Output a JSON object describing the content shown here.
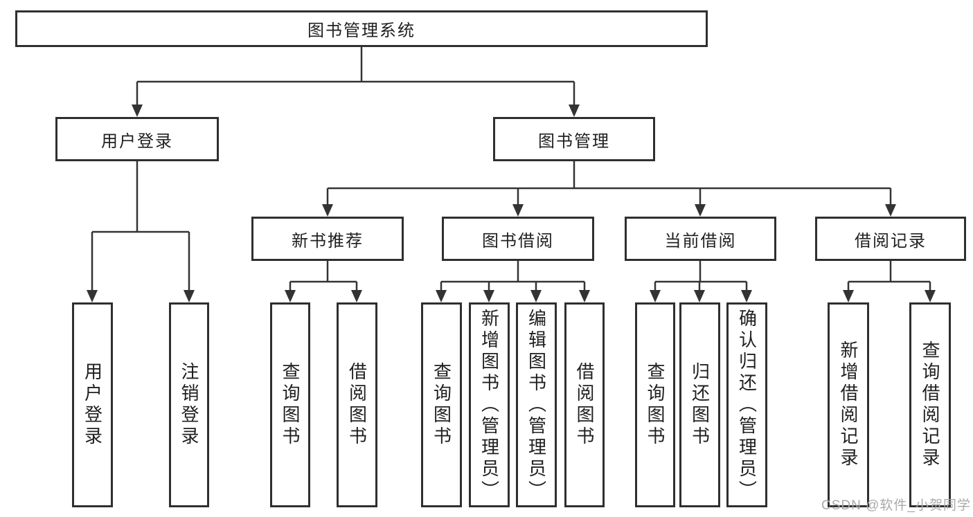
{
  "diagram": {
    "type": "hierarchy-tree",
    "root": {
      "label": "图书管理系统",
      "children": [
        {
          "label": "用户登录",
          "children": [
            {
              "label": "用户登录"
            },
            {
              "label": "注销登录"
            }
          ]
        },
        {
          "label": "图书管理",
          "children": [
            {
              "label": "新书推荐",
              "children": [
                {
                  "label": "查询图书"
                },
                {
                  "label": "借阅图书"
                }
              ]
            },
            {
              "label": "图书借阅",
              "children": [
                {
                  "label": "查询图书"
                },
                {
                  "label": "新增图书（管理员）"
                },
                {
                  "label": "编辑图书（管理员）"
                },
                {
                  "label": "借阅图书"
                }
              ]
            },
            {
              "label": "当前借阅",
              "children": [
                {
                  "label": "查询图书"
                },
                {
                  "label": "归还图书"
                },
                {
                  "label": "确认归还（管理员）"
                }
              ]
            },
            {
              "label": "借阅记录",
              "children": [
                {
                  "label": "新增借阅记录"
                },
                {
                  "label": "查询借阅记录"
                }
              ]
            }
          ]
        }
      ]
    }
  },
  "watermark": {
    "text": "CSDN @软件_小贺同学"
  },
  "colors": {
    "background": "#ffffff",
    "line": "#333333",
    "box_border": "#2f2f2f",
    "box_fill": "#ffffff",
    "text": "#1f1f1f",
    "watermark": "#a9a9a9"
  }
}
